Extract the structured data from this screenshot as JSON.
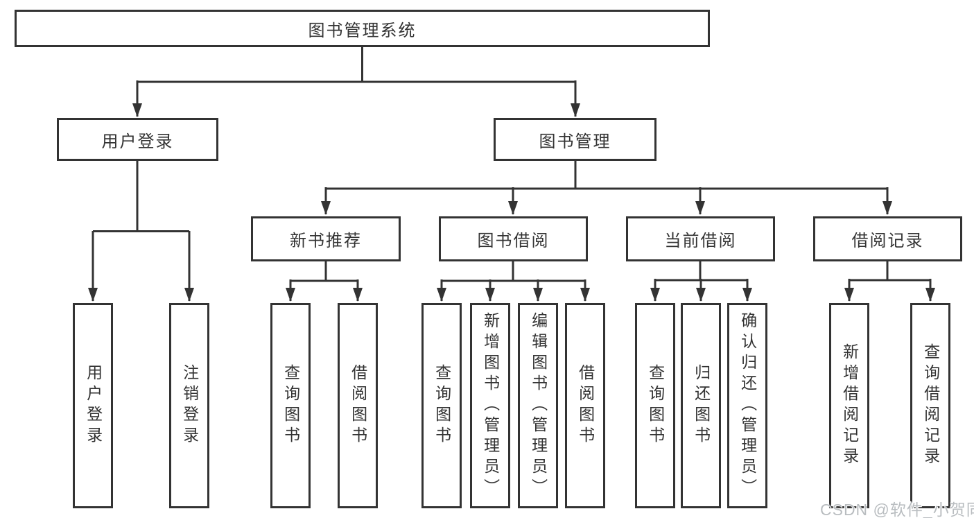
{
  "diagram": {
    "root": "图书管理系统",
    "level2": {
      "user_login": "用户登录",
      "book_management": "图书管理"
    },
    "level3": {
      "new_book": "新书推荐",
      "book_borrow": "图书借阅",
      "current_borrow": "当前借阅",
      "borrow_record": "借阅记录"
    },
    "leaves": {
      "user_login": [
        "用户登录",
        "注销登录"
      ],
      "new_book": [
        "查询图书",
        "借阅图书"
      ],
      "book_borrow": [
        "查询图书",
        "新增图书（管理员）",
        "编辑图书（管理员）",
        "借阅图书"
      ],
      "current_borrow": [
        "查询图书",
        "归还图书",
        "确认归还（管理员）"
      ],
      "borrow_record": [
        "新增借阅记录",
        "查询借阅记录"
      ]
    }
  },
  "watermark": "CSDN @软件_小贺同学",
  "colors": {
    "line": "#333333",
    "text": "#333333",
    "watermark": "#b9bdc0",
    "background": "#ffffff"
  }
}
